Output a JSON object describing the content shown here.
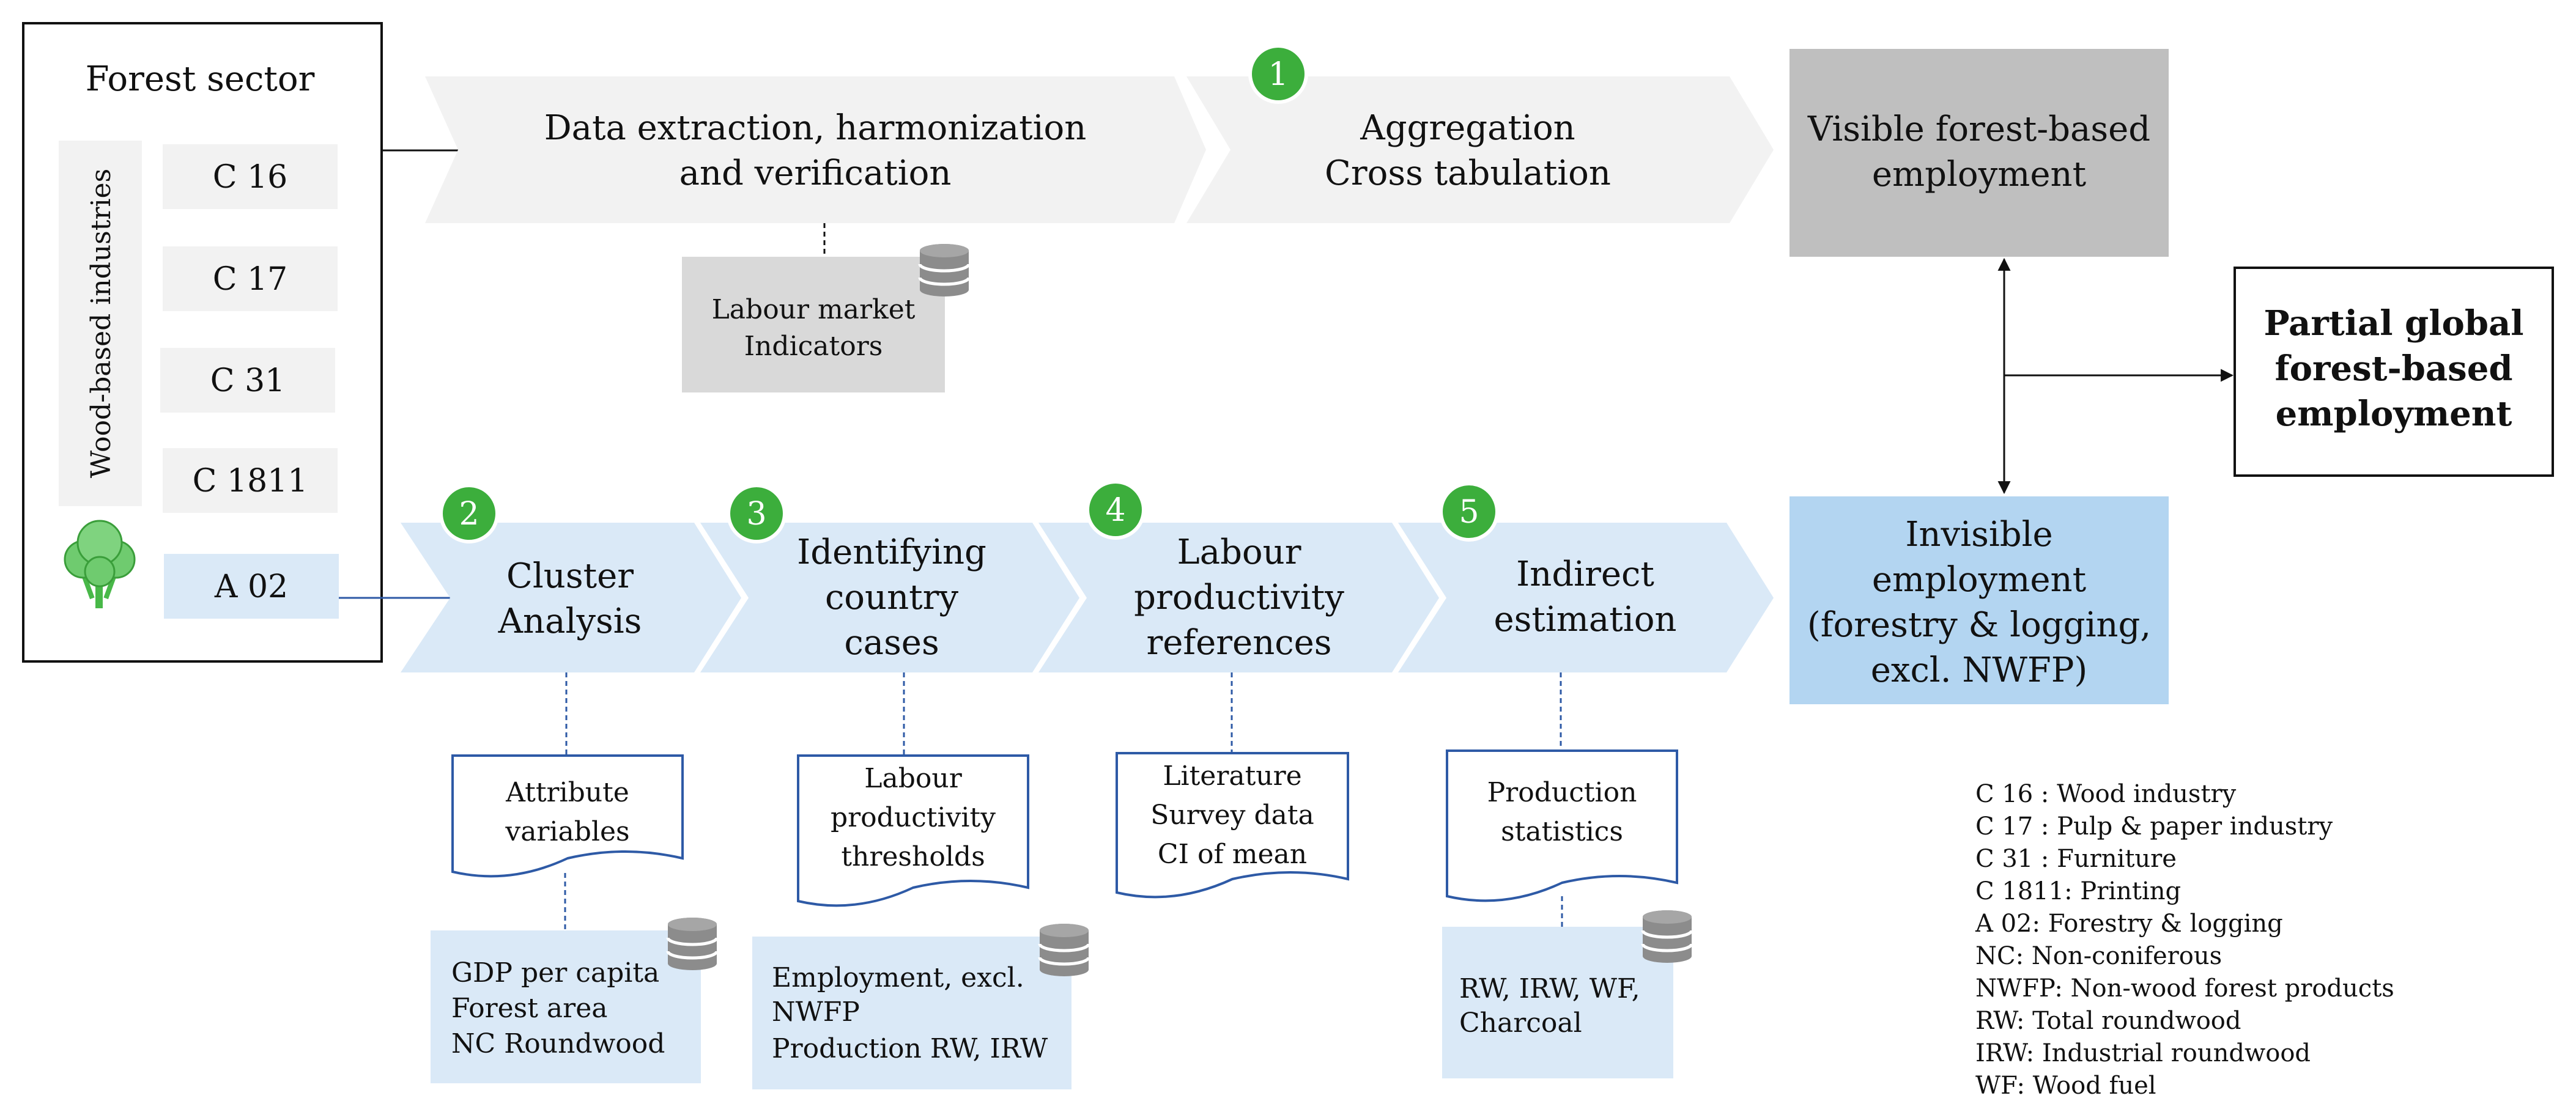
{
  "colors": {
    "grey_arrow": "#f2f2f2",
    "dark_grey_box": "#bfbfbf",
    "light_grey_box": "#d9d9d9",
    "light_blue": "#dae9f7",
    "mid_blue": "#b3d5f1",
    "blue_stroke": "#2e5aa6",
    "green_badge": "#3cae3c"
  },
  "forest_sector": {
    "title": "Forest sector",
    "vertical_label": "Wood-based industries",
    "codes": [
      "C 16",
      "C 17",
      "C 31",
      "C 1811"
    ],
    "forestry_code": "A 02",
    "tree_icon": "tree-icon"
  },
  "top_flow": {
    "step1_lines": [
      "Data extraction, harmonization",
      "and verification"
    ],
    "step2_lines": [
      "Aggregation",
      "Cross tabulation"
    ],
    "step2_badge": "1",
    "labour_market_lines": [
      "Labour market",
      "Indicators"
    ],
    "visible_lines": [
      "Visible forest-based",
      "employment"
    ]
  },
  "result": {
    "lines": [
      "Partial global",
      "forest-based",
      "employment"
    ]
  },
  "invisible": {
    "lines": [
      "Invisible",
      "employment",
      "(forestry & logging,",
      "excl. NWFP)"
    ]
  },
  "steps": [
    {
      "badge": "2",
      "lines": [
        "Cluster",
        "Analysis"
      ]
    },
    {
      "badge": "3",
      "lines": [
        "Identifying",
        "country",
        "cases"
      ]
    },
    {
      "badge": "4",
      "lines": [
        "Labour",
        "productivity",
        "references"
      ]
    },
    {
      "badge": "5",
      "lines": [
        "Indirect",
        "estimation"
      ]
    }
  ],
  "documents": [
    {
      "lines": [
        "Attribute",
        "variables"
      ]
    },
    {
      "lines": [
        "Labour",
        "productivity",
        "thresholds"
      ]
    },
    {
      "lines": [
        "Literature",
        "Survey data",
        "CI of mean"
      ]
    },
    {
      "lines": [
        "Production",
        "statistics"
      ]
    }
  ],
  "data_sources": [
    {
      "lines": [
        "GDP per capita",
        "Forest area",
        "NC Roundwood"
      ]
    },
    {
      "lines": [
        "Employment, excl.",
        "NWFP",
        "Production RW, IRW"
      ]
    },
    {
      "lines": [
        "RW, IRW, WF,",
        "Charcoal"
      ]
    }
  ],
  "legend": [
    "C 16 : Wood industry",
    "C 17 : Pulp & paper industry",
    "C 31 : Furniture",
    "C 1811: Printing",
    "A 02: Forestry & logging",
    "NC: Non-coniferous",
    "NWFP: Non-wood forest products",
    "RW: Total roundwood",
    "IRW: Industrial roundwood",
    "WF: Wood fuel"
  ]
}
